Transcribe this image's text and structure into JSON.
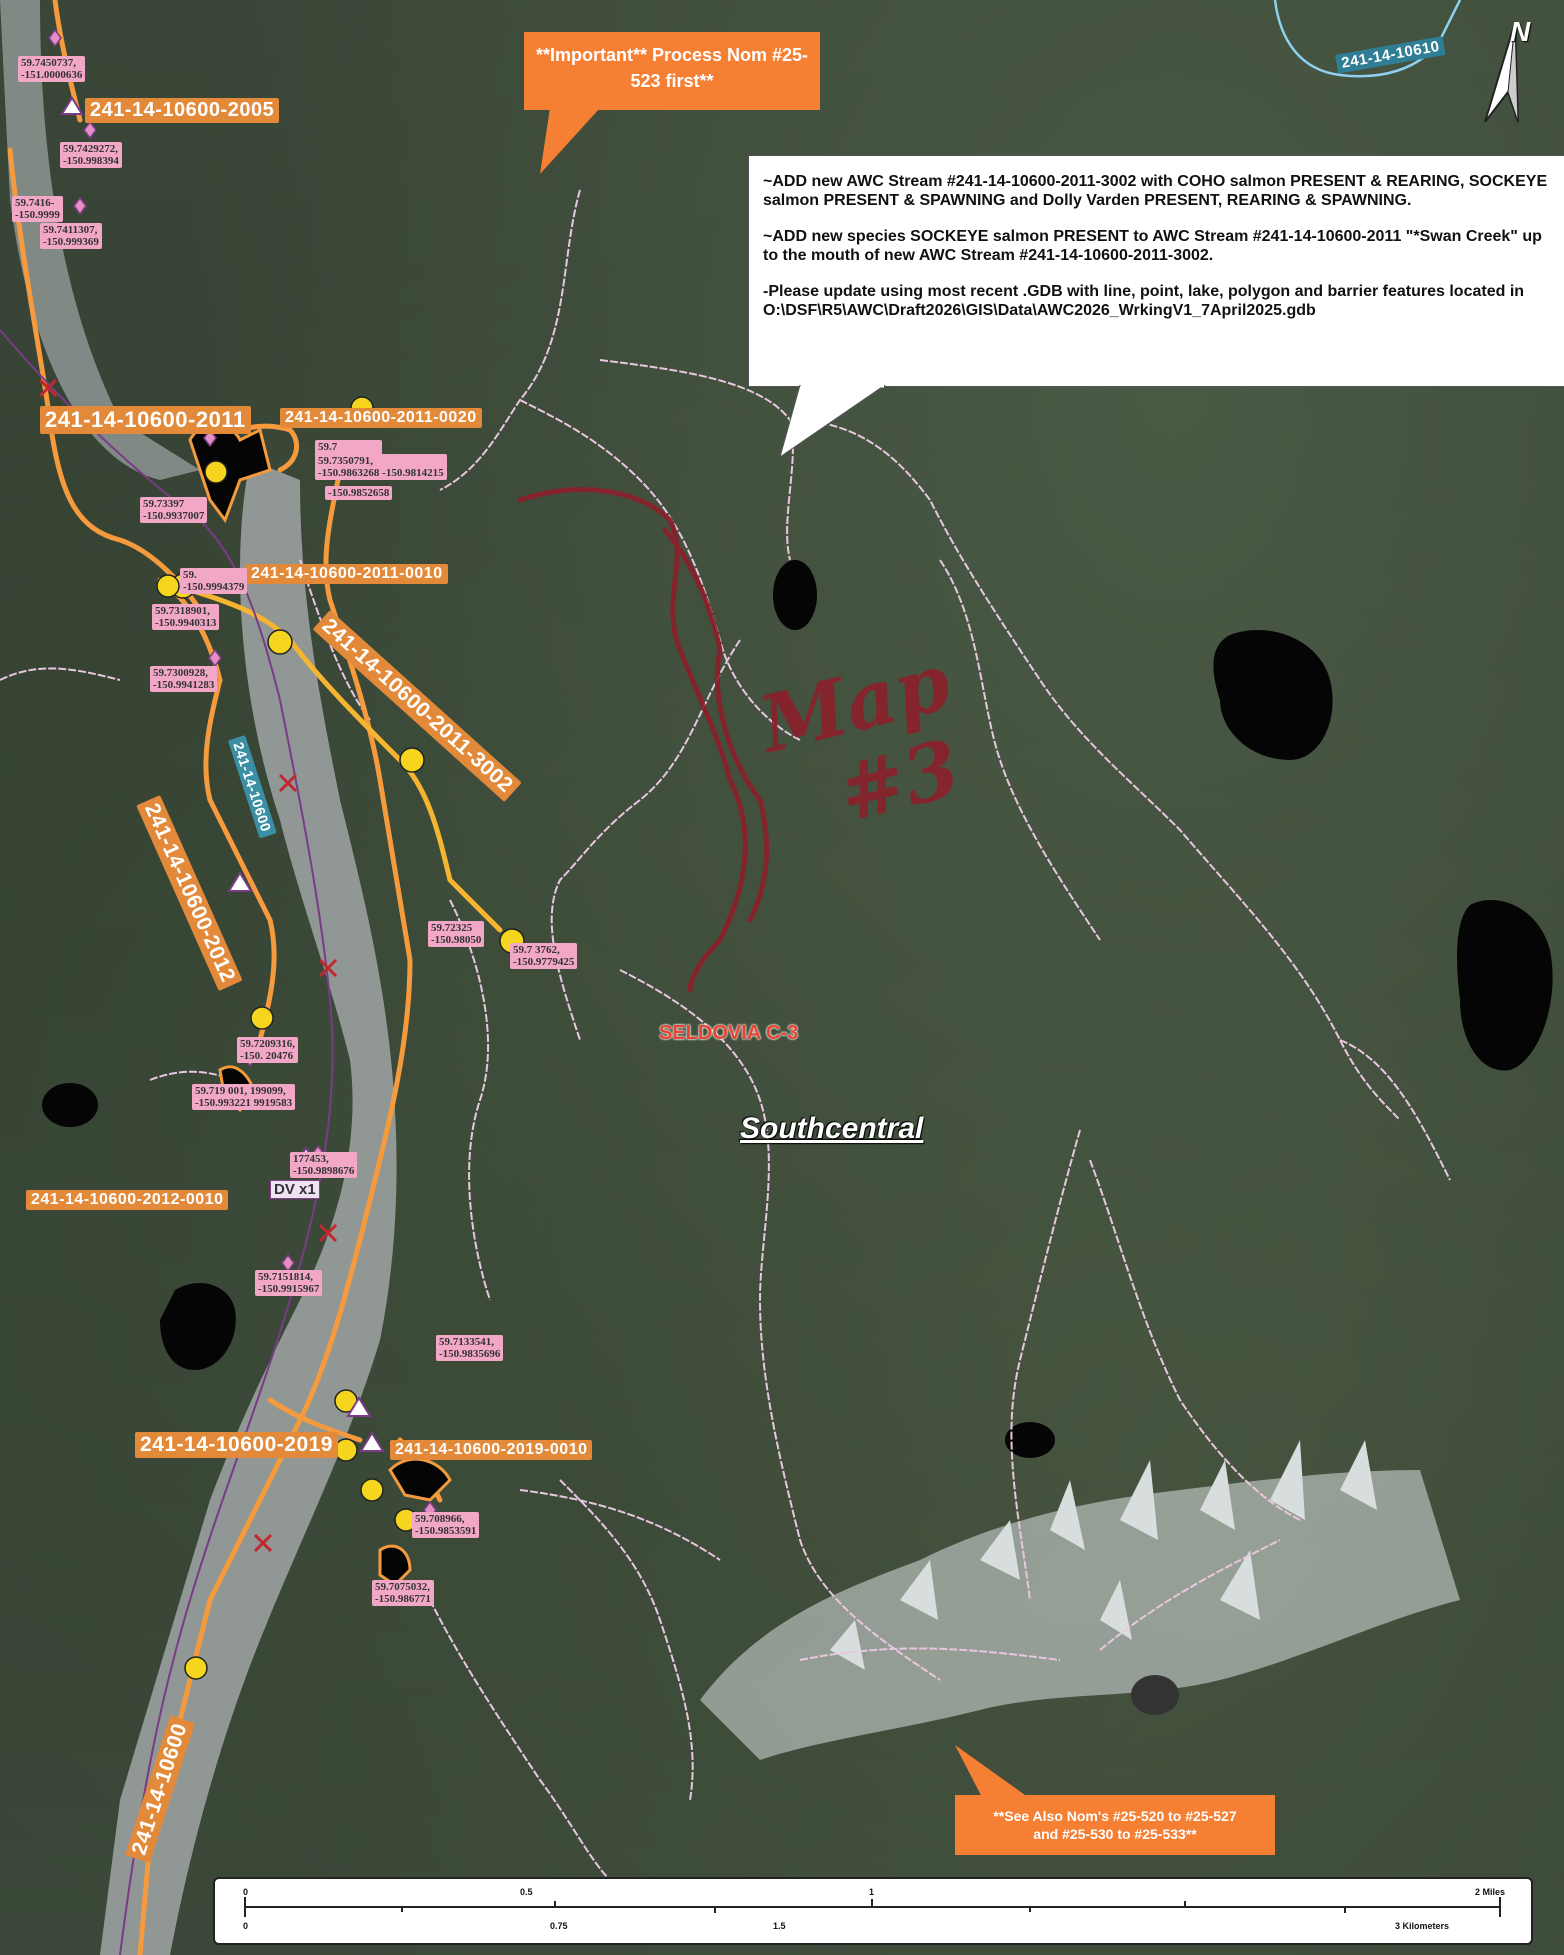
{
  "callouts": {
    "important": "**Important** Process Nom #25-523 first**",
    "see_also_line1": "**See Also Nom's #25-520 to #25-527",
    "see_also_line2": "and #25-530 to #25-533**"
  },
  "notes": {
    "line1": "~ADD new AWC Stream #241-14-10600-2011-3002 with COHO salmon PRESENT & REARING, SOCKEYE salmon PRESENT & SPAWNING and Dolly Varden PRESENT, REARING & SPAWNING.",
    "line2": "~ADD new species SOCKEYE salmon PRESENT to AWC Stream #241-14-10600-2011 \"*Swan Creek\" up to the mouth of new AWC Stream #241-14-10600-2011-3002.",
    "line3": "-Please update using most recent .GDB with line, point, lake, polygon and barrier features located in O:\\DSF\\R5\\AWC\\Draft2026\\GIS\\Data\\AWC2026_WrkingV1_7April2025.gdb"
  },
  "stream_labels": {
    "s2005": "241-14-10600-2005",
    "s2011": "241-14-10600-2011",
    "s2011_0020": "241-14-10600-2011-0020",
    "s2011_0010": "241-14-10600-2011-0010",
    "s2011_3002": "241-14-10600-2011-3002",
    "s10600_mid": "241-14-10600",
    "s2012": "241-14-10600-2012",
    "s2012_0010": "241-14-10600-2012-0010",
    "s2019": "241-14-10600-2019",
    "s2019_0010": "241-14-10600-2019-0010",
    "s10600_bottom": "241-14-10600",
    "s10610": "241-14-10610"
  },
  "coords": {
    "c1": "59.7450737,\n-151.0000636",
    "c2": "59.7429272,\n-150.998394",
    "c3": "59.7416-\n-150.9999",
    "c4": "59.7411307,\n-150.999369",
    "c5": "59.7\n-150.9857277",
    "c6": "59.7350791,\n-150.9863268 -150.9814215",
    "c7": "-150.9852658",
    "c8": "59.73397\n-150.9937007",
    "c9": "59.\n-150.9994379",
    "c10": "59.7318901,\n-150.9940313",
    "c11": "59.7300928,\n-150.9941283",
    "c12": "59.72325\n-150.98050",
    "c13": "59.7 3762,\n-150.9779425",
    "c14": "59.7209316,\n-150. 20476",
    "c15": "59.719 001, 199099,\n-150.993221 9919583",
    "c16": "177453,\n-150.9898676",
    "c17": "59.7151814,\n-150.9915967",
    "c18": "59.7133541,\n-150.9835696",
    "c19": "59.708966,\n-150.9853591",
    "c20": "59.7075032,\n-150.986771"
  },
  "map_text": {
    "quad": "SELDOVIA C-3",
    "region": "Southcentral",
    "dv": "DV x1",
    "handwriting_line1": "Map",
    "handwriting_line2": "#3"
  },
  "scale": {
    "top_labels": [
      "0",
      "0.5",
      "1",
      "2 Miles"
    ],
    "bottom_labels": [
      "0",
      "0.75",
      "1.5",
      "3 Kilometers"
    ]
  },
  "north_label": "N",
  "colors": {
    "awc_stream": "#f59a3d",
    "new_stream": "#f5b531",
    "nhd_stream": "#e8c6df",
    "river_channel": "#9aa0a0",
    "callout": "#f57f33",
    "coord_label": "#f2a7c7",
    "handwriting": "#8c1f2b",
    "tributary_blue": "#8fd1f0"
  }
}
